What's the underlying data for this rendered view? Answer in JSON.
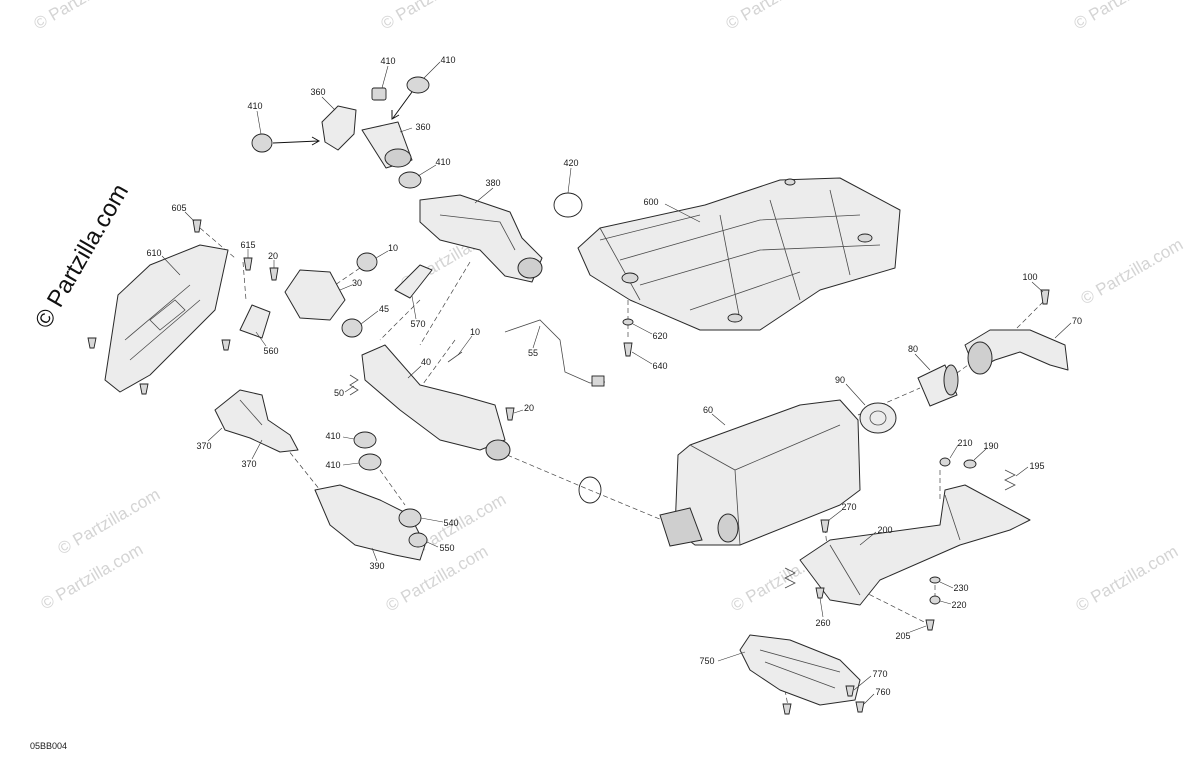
{
  "watermark": "© Partzilla.com",
  "figure_code": "05BB004",
  "callouts": [
    "410",
    "410",
    "410",
    "360",
    "360",
    "410",
    "420",
    "380",
    "600",
    "605",
    "610",
    "615",
    "20",
    "10",
    "30",
    "45",
    "570",
    "560",
    "10",
    "55",
    "620",
    "640",
    "100",
    "70",
    "80",
    "90",
    "60",
    "40",
    "50",
    "20",
    "410",
    "410",
    "370",
    "370",
    "540",
    "550",
    "390",
    "210",
    "190",
    "195",
    "270",
    "200",
    "230",
    "220",
    "260",
    "205",
    "750",
    "770",
    "760"
  ]
}
